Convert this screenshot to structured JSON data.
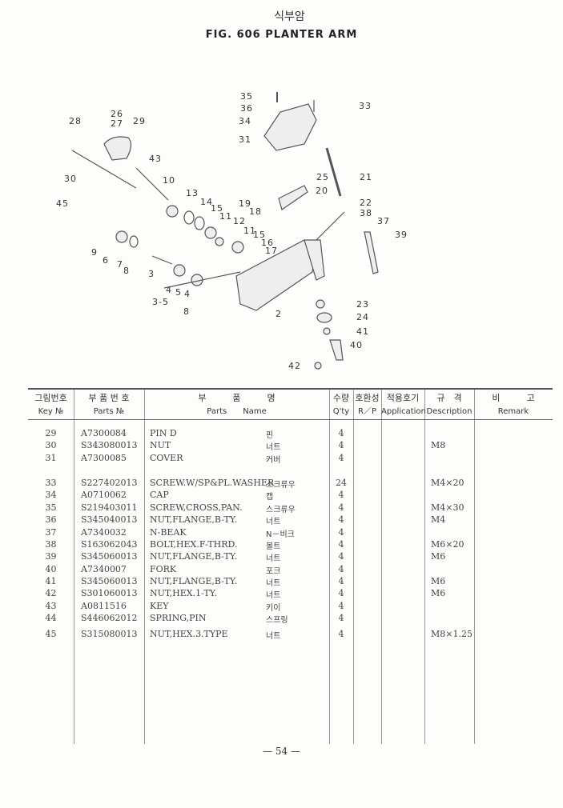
{
  "header": {
    "title_ko": "식부암",
    "title_en": "FIG. 606  PLANTER ARM"
  },
  "diagram": {
    "callouts": [
      "35",
      "36",
      "34",
      "31",
      "33",
      "26",
      "27",
      "28",
      "29",
      "43",
      "30",
      "45",
      "10",
      "13",
      "14",
      "15",
      "11",
      "12",
      "11",
      "15",
      "16",
      "17",
      "19",
      "18",
      "25",
      "20",
      "21",
      "22",
      "38",
      "37",
      "39",
      "9",
      "6",
      "7",
      "8",
      "3",
      "4",
      "5",
      "3-5",
      "4",
      "8",
      "2",
      "23",
      "24",
      "41",
      "40",
      "42"
    ]
  },
  "table": {
    "headers": [
      {
        "ko": "그림번호",
        "en": "Key №"
      },
      {
        "ko": "부 품 번 호",
        "en": "Parts №"
      },
      {
        "ko": "부　　　품　　　명",
        "en": "Parts　　Name"
      },
      {
        "ko": "수량",
        "en": "Q'ty"
      },
      {
        "ko": "호환성",
        "en": "R／P"
      },
      {
        "ko": "적용호기",
        "en": "Application"
      },
      {
        "ko": "규　격",
        "en": "Description"
      },
      {
        "ko": "비　　　고",
        "en": "Remark"
      }
    ],
    "rows": [
      {
        "key": "29",
        "part_no": "A7300084",
        "name": "PIN D",
        "name_ko": "핀",
        "qty": "4",
        "desc": ""
      },
      {
        "key": "30",
        "part_no": "S343080013",
        "name": "NUT",
        "name_ko": "너트",
        "qty": "4",
        "desc": "M8"
      },
      {
        "key": "31",
        "part_no": "A7300085",
        "name": "COVER",
        "name_ko": "커버",
        "qty": "4",
        "desc": ""
      },
      {
        "key": "33",
        "part_no": "S227402013",
        "name": "SCREW.W/SP&PL.WASHER",
        "name_ko": "스크류우",
        "qty": "24",
        "desc": "M4×20"
      },
      {
        "key": "34",
        "part_no": "A0710062",
        "name": "CAP",
        "name_ko": "캡",
        "qty": "4",
        "desc": ""
      },
      {
        "key": "35",
        "part_no": "S219403011",
        "name": "SCREW,CROSS,PAN.",
        "name_ko": "스크류우",
        "qty": "4",
        "desc": "M4×30"
      },
      {
        "key": "36",
        "part_no": "S345040013",
        "name": "NUT,FLANGE,B-TY.",
        "name_ko": "너트",
        "qty": "4",
        "desc": "M4"
      },
      {
        "key": "37",
        "part_no": "A7340032",
        "name": "N-BEAK",
        "name_ko": "N－비크",
        "qty": "4",
        "desc": ""
      },
      {
        "key": "38",
        "part_no": "S163062043",
        "name": "BOLT,HEX.F-THRD.",
        "name_ko": "볼트",
        "qty": "4",
        "desc": "M6×20"
      },
      {
        "key": "39",
        "part_no": "S345060013",
        "name": "NUT,FLANGE,B-TY.",
        "name_ko": "너트",
        "qty": "4",
        "desc": "M6"
      },
      {
        "key": "40",
        "part_no": "A7340007",
        "name": "FORK",
        "name_ko": "포크",
        "qty": "4",
        "desc": ""
      },
      {
        "key": "41",
        "part_no": "S345060013",
        "name": "NUT,FLANGE,B-TY.",
        "name_ko": "너트",
        "qty": "4",
        "desc": "M6"
      },
      {
        "key": "42",
        "part_no": "S301060013",
        "name": "NUT,HEX.1-TY.",
        "name_ko": "너트",
        "qty": "4",
        "desc": "M6"
      },
      {
        "key": "43",
        "part_no": "A0811516",
        "name": "KEY",
        "name_ko": "키이",
        "qty": "4",
        "desc": ""
      },
      {
        "key": "44",
        "part_no": "S446062012",
        "name": "SPRING,PIN",
        "name_ko": "스프링",
        "qty": "4",
        "desc": ""
      },
      {
        "key": "45",
        "part_no": "S315080013",
        "name": "NUT,HEX.3.TYPE",
        "name_ko": "너트",
        "qty": "4",
        "desc": "M8×1.25"
      }
    ]
  },
  "footer": {
    "page": "— 54 —"
  }
}
